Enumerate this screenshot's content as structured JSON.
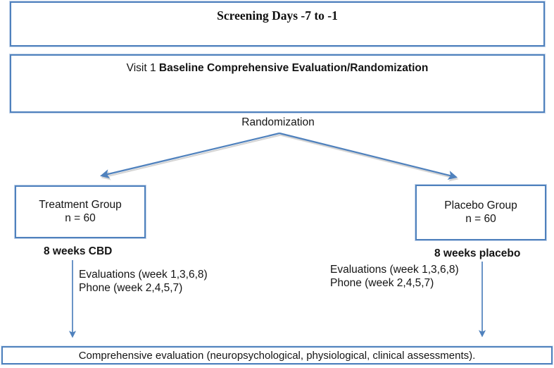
{
  "flowchart": {
    "screening_box": {
      "label": "Screening Days -7 to -1"
    },
    "visit_box": {
      "prefix": "Visit 1",
      "emphasis": "Baseline Comprehensive Evaluation/Randomization"
    },
    "randomization_label": "Randomization",
    "treatment_box": {
      "name": "Treatment Group",
      "n": "n = 60"
    },
    "placebo_box": {
      "name": "Placebo Group",
      "n": "n = 60"
    },
    "treatment_arm_label": "8 weeks CBD",
    "placebo_arm_label": "8 weeks placebo",
    "treatment_schedule": {
      "evaluations": "Evaluations (week 1,3,6,8)",
      "phone": "Phone (week 2,4,5,7)"
    },
    "placebo_schedule": {
      "evaluations": "Evaluations (week 1,3,6,8)",
      "phone": "Phone (week 2,4,5,7)"
    },
    "final_box": {
      "label": "Comprehensive evaluation (neuropsychological, physiological, clinical assessments)."
    },
    "colors": {
      "box_border": "#4f81bd",
      "box_border_halo": "#c3d4ea",
      "arrow": "#4f81bd",
      "arrow_shadow": "#c8c8c8",
      "text": "#141414",
      "background": "#ffffff"
    }
  }
}
